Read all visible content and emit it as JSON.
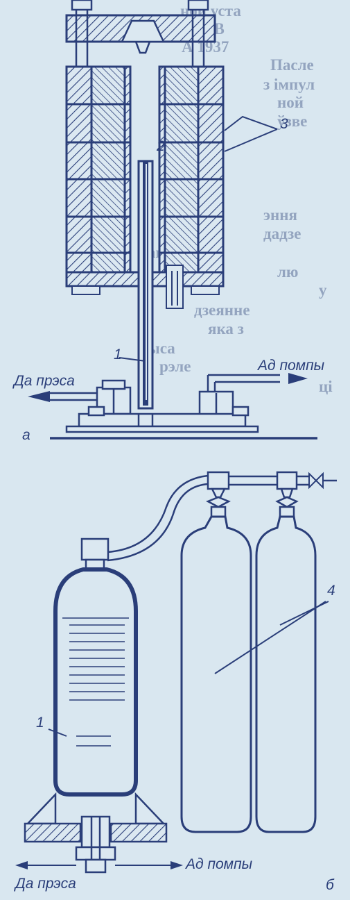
{
  "colors": {
    "paper": "#d9e7f0",
    "ink": "#2a3e79",
    "ink_light": "#5b6f98",
    "hatch": "#2a3e79"
  },
  "background_text": [
    "ной уста",
    "ее Г В",
    "А 1937 ",
    "Пасле",
    "з імпул",
    "ной",
    "ўзве",
    "эння",
    "дадзе",
    "кава",
    "лю",
    "у",
    "дзеянне",
    "яка з",
    "рыса",
    "рэле",
    "ці"
  ],
  "figure_a": {
    "labels": {
      "part_1": "1",
      "part_2": "2",
      "part_3": "3",
      "to_press": "Да прэса",
      "from_pump": "Ад помпы",
      "panel": "а"
    }
  },
  "figure_b": {
    "labels": {
      "part_1": "1",
      "part_4": "4",
      "to_press": "Да прэса",
      "from_pump": "Ад помпы",
      "panel": "б"
    }
  }
}
